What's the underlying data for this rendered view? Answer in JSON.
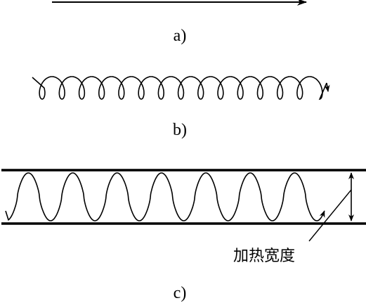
{
  "panels": [
    {
      "id": "a",
      "caption": "a)",
      "pattern": "straight-line",
      "direction": "right"
    },
    {
      "id": "b",
      "caption": "b)",
      "pattern": "helical-loop",
      "loops": 14,
      "direction": "right"
    },
    {
      "id": "c",
      "caption": "c)",
      "pattern": "sinusoidal-weave",
      "peaks": 7
    }
  ],
  "annotation": {
    "text": "加热宽度"
  },
  "colors": {
    "stroke": "#000000",
    "background": "#ffffff"
  }
}
